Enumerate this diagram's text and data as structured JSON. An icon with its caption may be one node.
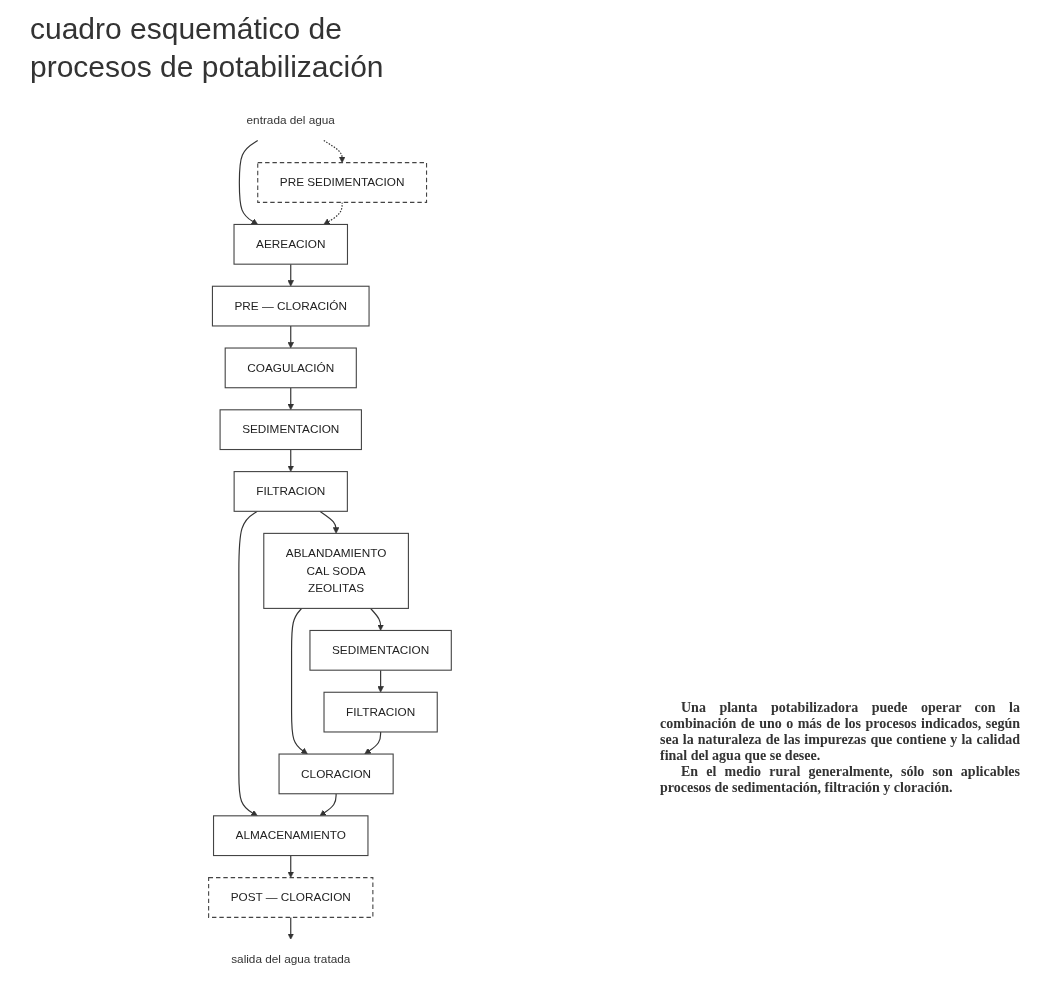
{
  "diagram": {
    "title": "cuadro esquemático de procesos de potabilización",
    "nodes": [
      {
        "text": [
          "entrada del agua"
        ]
      },
      {
        "text": [
          "AEREACION"
        ]
      },
      {
        "text": [
          "PRE SEDIMENTACION"
        ]
      },
      {
        "text": [
          "PRE — CLORACIÓN"
        ]
      },
      {
        "text": [
          "COAGULACIÓN"
        ]
      },
      {
        "text": [
          "SEDIMENTACION"
        ]
      },
      {
        "text": [
          "FILTRACION"
        ]
      },
      {
        "text": [
          "ABLANDAMIENTO",
          "CAL SODA",
          "ZEOLITAS"
        ]
      },
      {
        "text": [
          "SEDIMENTACION"
        ]
      },
      {
        "text": [
          "FILTRACION"
        ]
      },
      {
        "text": [
          "CLORACION"
        ]
      },
      {
        "text": [
          "ALMACENAMIENTO"
        ]
      },
      {
        "text": [
          "POST — CLORACION"
        ]
      },
      {
        "text": [
          "salida del agua tratada"
        ]
      }
    ],
    "edges": [
      {
        "from": 0,
        "to": 1,
        "arrow": "to"
      },
      {
        "from": 0,
        "to": 2,
        "arrow": "to",
        "style": "dashed"
      },
      {
        "from": 2,
        "to": 1,
        "arrow": "to",
        "style": "dashed"
      },
      {
        "from": 1,
        "to": 3,
        "arrow": "to"
      },
      {
        "from": 3,
        "to": 4,
        "arrow": "to"
      },
      {
        "from": 4,
        "to": 5,
        "arrow": "to"
      },
      {
        "from": 5,
        "to": 6,
        "arrow": "to"
      },
      {
        "from": 6,
        "to": 7,
        "arrow": "to"
      },
      {
        "from": 7,
        "to": 8,
        "arrow": "to"
      },
      {
        "from": 8,
        "to": 9,
        "arrow": "to"
      },
      {
        "from": 7,
        "to": 10,
        "arrow": "to"
      },
      {
        "from": 6,
        "to": 11,
        "arrow": "to"
      },
      {
        "from": 9,
        "to": 10,
        "arrow": "to"
      },
      {
        "from": 10,
        "to": 11,
        "arrow": "to"
      },
      {
        "from": 11,
        "to": 12,
        "arrow": "to"
      },
      {
        "from": 12,
        "to": 13,
        "arrow": "to"
      }
    ],
    "labels": [
      "Una planta potabilizadora puede operar con la combinación de uno o más de los procesos indicados, según sea la naturaleza de las impurezas que contiene y la calidad final del agua que se desee.",
      "En el medio rural generalmente, sólo son aplicables procesos de sedimentación, filtración y cloración."
    ]
  }
}
